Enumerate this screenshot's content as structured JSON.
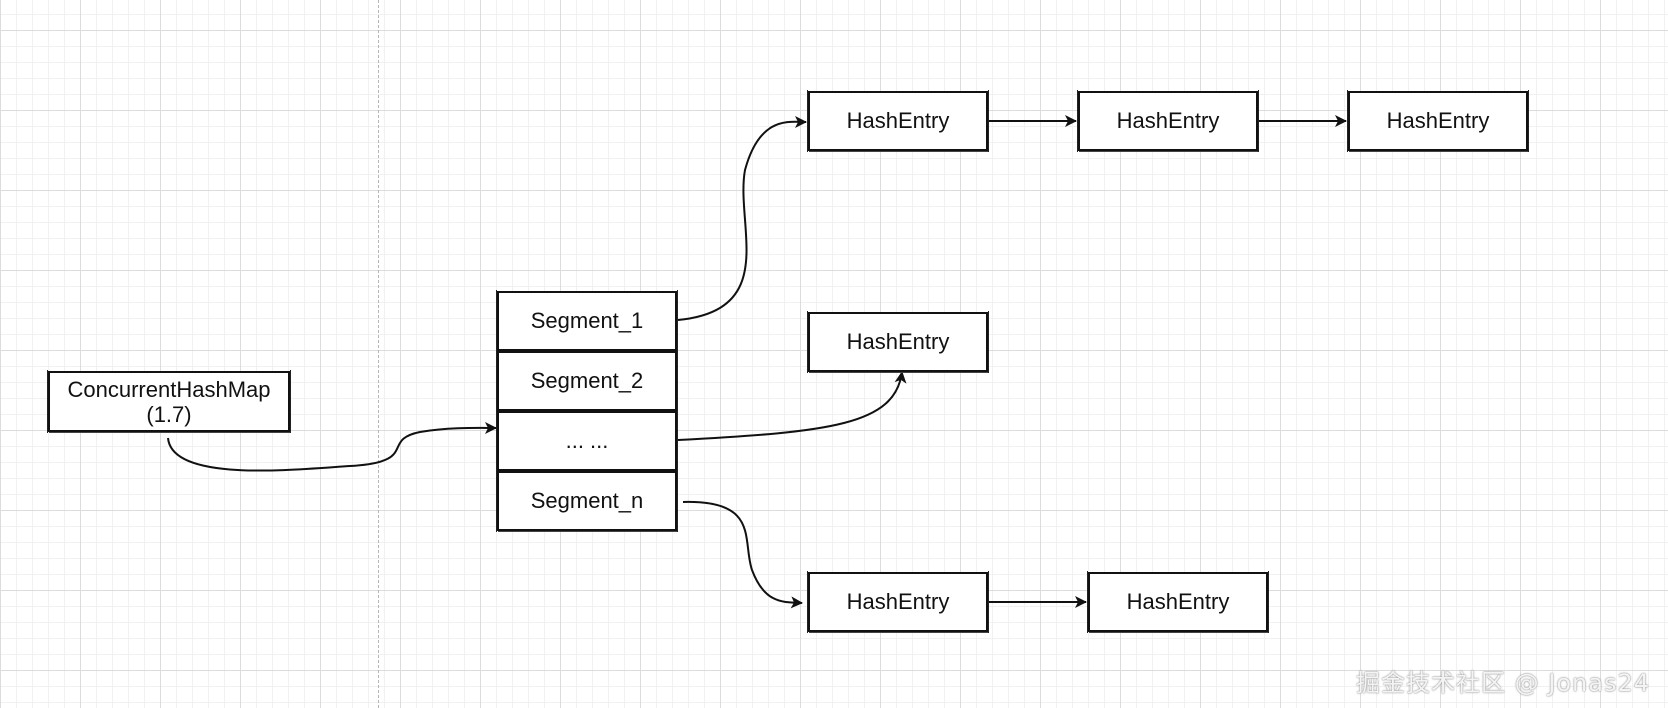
{
  "nodes": {
    "map": {
      "line1": "ConcurrentHashMap",
      "line2": "(1.7)"
    },
    "segments": [
      {
        "label": "Segment_1"
      },
      {
        "label": "Segment_2"
      },
      {
        "label": "... ..."
      },
      {
        "label": "Segment_n"
      }
    ],
    "entries_row1": [
      {
        "label": "HashEntry"
      },
      {
        "label": "HashEntry"
      },
      {
        "label": "HashEntry"
      }
    ],
    "entries_row2": [
      {
        "label": "HashEntry"
      }
    ],
    "entries_row3": [
      {
        "label": "HashEntry"
      },
      {
        "label": "HashEntry"
      }
    ]
  },
  "watermark": "掘金技术社区 @ Jonas24",
  "colors": {
    "stroke": "#111111",
    "grid": "#dcdcdc",
    "divider": "#b5b5b5"
  }
}
